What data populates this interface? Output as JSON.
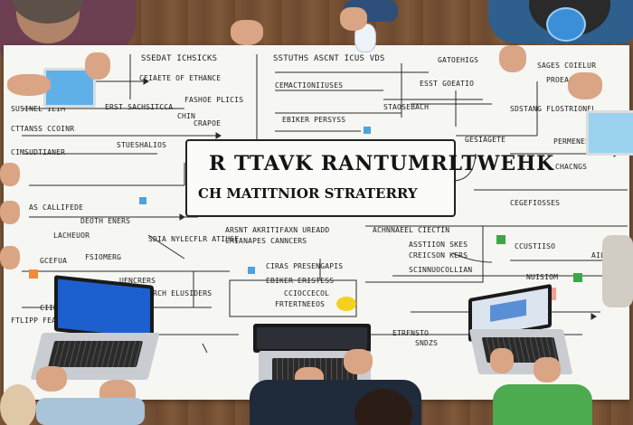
{
  "board": {
    "title": "R TTAVK RANTUMRLTWEHK",
    "subtitle": "CH MATITNIOR STRATERRY"
  },
  "notes": [
    {
      "id": "n1",
      "text": "SSEDAT ICHSICKS"
    },
    {
      "id": "n2",
      "text": "CEIAETE OF ETHANCE"
    },
    {
      "id": "n3",
      "text": "SSTUTHS ASCNT ICUS VDS"
    },
    {
      "id": "n4",
      "text": "CEMACTIONIIUSES"
    },
    {
      "id": "n5",
      "text": "GATOEHIGS"
    },
    {
      "id": "n6",
      "text": "SAGES COIELUR"
    },
    {
      "id": "n7",
      "text": "ESST GOEATIO"
    },
    {
      "id": "n8",
      "text": "PROEACHE"
    },
    {
      "id": "n9",
      "text": "ERST SACHSITCCA"
    },
    {
      "id": "n10",
      "text": "CHIN"
    },
    {
      "id": "n11",
      "text": "SUSINEL IEIM"
    },
    {
      "id": "n12",
      "text": "EBIKER PERSYSS"
    },
    {
      "id": "n13",
      "text": "STAOSEBACH"
    },
    {
      "id": "n14",
      "text": "SDSTANG FLOSTRIONEL"
    },
    {
      "id": "n15",
      "text": "CIMSUDTIANER"
    },
    {
      "id": "n16",
      "text": "STUESHALIOS"
    },
    {
      "id": "n17",
      "text": "GESIAGETE"
    },
    {
      "id": "n18",
      "text": "AS CALLIFEDE"
    },
    {
      "id": "n19",
      "text": "DEOTH ENERS"
    },
    {
      "id": "n20",
      "text": "LACHEUOR"
    },
    {
      "id": "n21",
      "text": "SDIA NYLECFLR ATIUSE"
    },
    {
      "id": "n22",
      "text": "ARSNT AKRITIFAXN UREADD"
    },
    {
      "id": "n23",
      "text": "CMIANAPES CANNCERS"
    },
    {
      "id": "n24",
      "text": "ACHNNAEEL CIECTIN"
    },
    {
      "id": "n25",
      "text": "ASSTIION SKES"
    },
    {
      "id": "n26",
      "text": "CREICSON KERS"
    },
    {
      "id": "n27",
      "text": "SCINNUOCOLLIAN"
    },
    {
      "id": "n28",
      "text": "CCUSTIISO"
    },
    {
      "id": "n29",
      "text": "FSIOMERG"
    },
    {
      "id": "n30",
      "text": "GCEFUA"
    },
    {
      "id": "n31",
      "text": "UENCRERS"
    },
    {
      "id": "n32",
      "text": "CENAIRCH ELUSIDERS"
    },
    {
      "id": "n33",
      "text": "CIRAS PRESENGAPIS"
    },
    {
      "id": "n34",
      "text": "EBIKER ERISTESS"
    },
    {
      "id": "n35",
      "text": "FRTERTNEEOS"
    },
    {
      "id": "n36",
      "text": "CCIOCCECOL"
    },
    {
      "id": "n37",
      "text": "NUISIOM"
    },
    {
      "id": "n38",
      "text": "PERMENESS"
    },
    {
      "id": "n39",
      "text": "FTLIPP FEACCS"
    },
    {
      "id": "n40",
      "text": "CEGEFIOSSES"
    },
    {
      "id": "n41",
      "text": "CHACNGS"
    },
    {
      "id": "n42",
      "text": "AILEFA"
    },
    {
      "id": "n43",
      "text": "SNDZS"
    },
    {
      "id": "n44",
      "text": "ETRFNSTO"
    },
    {
      "id": "n45",
      "text": "CRAPOE"
    },
    {
      "id": "n46",
      "text": "CTTANSS CCOINR"
    },
    {
      "id": "n47",
      "text": "CIINITOE TRERBSINS"
    },
    {
      "id": "n48",
      "text": "FASHOE PLICIS"
    }
  ],
  "colors": {
    "paper": "#f6f6f3",
    "ink": "#1d1d1d",
    "accent_blue": "#3b8fd9",
    "accent_yellow": "#f2d21c",
    "accent_green": "#3aa849",
    "table": "#6d4a30"
  }
}
